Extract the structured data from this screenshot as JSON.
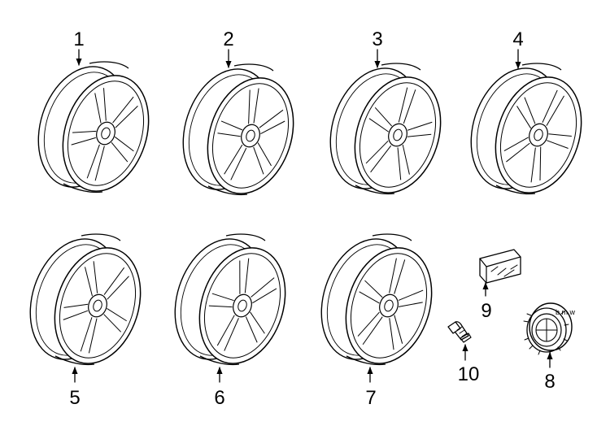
{
  "diagram": {
    "colors": {
      "line": "#000000",
      "background": "#ffffff"
    },
    "parts": [
      {
        "number": "1",
        "kind": "wheel",
        "icon": "alloy-wheel-icon"
      },
      {
        "number": "2",
        "kind": "wheel",
        "icon": "alloy-wheel-icon"
      },
      {
        "number": "3",
        "kind": "wheel",
        "icon": "alloy-wheel-icon"
      },
      {
        "number": "4",
        "kind": "wheel",
        "icon": "alloy-wheel-icon"
      },
      {
        "number": "5",
        "kind": "wheel",
        "icon": "alloy-wheel-icon"
      },
      {
        "number": "6",
        "kind": "wheel",
        "icon": "alloy-wheel-icon"
      },
      {
        "number": "7",
        "kind": "wheel",
        "icon": "alloy-wheel-icon"
      },
      {
        "number": "8",
        "kind": "center-cap",
        "icon": "hub-cap-icon"
      },
      {
        "number": "9",
        "kind": "balance-weight",
        "icon": "wheel-weight-icon"
      },
      {
        "number": "10",
        "kind": "lug-bolt",
        "icon": "lug-bolt-icon"
      }
    ]
  }
}
